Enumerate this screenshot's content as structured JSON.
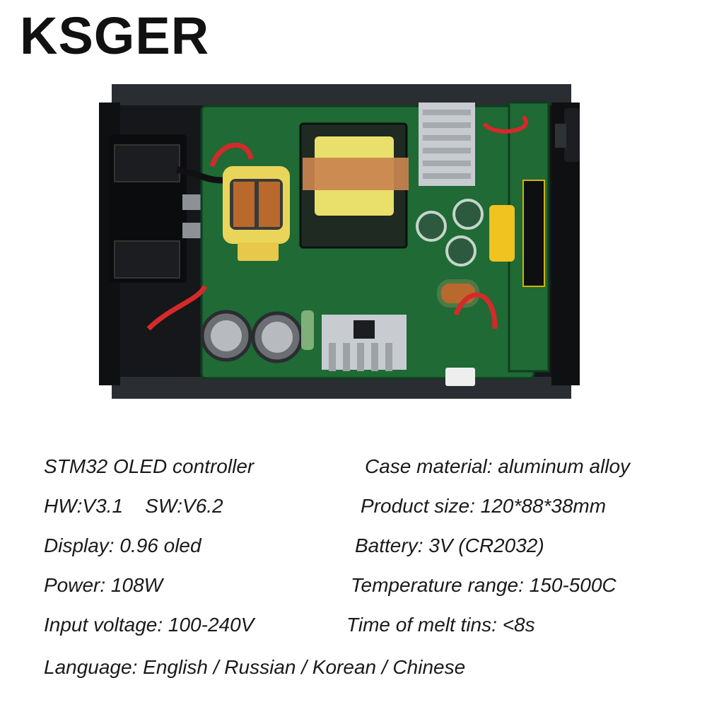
{
  "brand": "KSGER",
  "specs": {
    "left": [
      "STM32  OLED controller",
      "HW:V3.1    SW:V6.2",
      "Display: 0.96 oled",
      "Power: 108W",
      "Input voltage: 100-240V"
    ],
    "right": [
      "Case material: aluminum alloy",
      "Product size: 120*88*38mm",
      "Battery: 3V (CR2032)",
      "Temperature range: 150-500C",
      "Time of melt tins: <8s"
    ],
    "language": "Language: English / Russian / Korean / Chinese"
  },
  "colors": {
    "pcb": "#1f6a35",
    "case": "#16181a",
    "transformer_core": "#e8e06a",
    "copper": "#c9844f",
    "heatsink": "#c8ccd0",
    "wire_red": "#d42a2a"
  }
}
